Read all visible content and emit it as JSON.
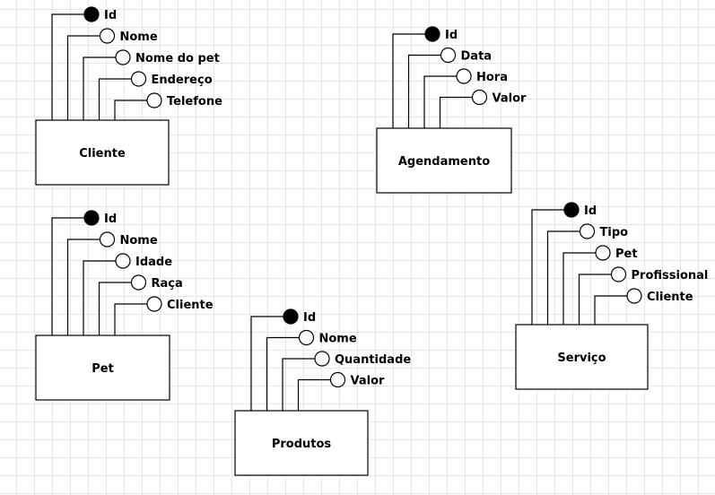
{
  "entities": [
    {
      "name": "Cliente",
      "attributes": [
        {
          "label": "Id",
          "key": true
        },
        {
          "label": "Nome",
          "key": false
        },
        {
          "label": "Nome do pet",
          "key": false
        },
        {
          "label": "Endereço",
          "key": false
        },
        {
          "label": "Telefone",
          "key": false
        }
      ]
    },
    {
      "name": "Agendamento",
      "attributes": [
        {
          "label": "Id",
          "key": true
        },
        {
          "label": "Data",
          "key": false
        },
        {
          "label": "Hora",
          "key": false
        },
        {
          "label": "Valor",
          "key": false
        }
      ]
    },
    {
      "name": "Pet",
      "attributes": [
        {
          "label": "Id",
          "key": true
        },
        {
          "label": "Nome",
          "key": false
        },
        {
          "label": "Idade",
          "key": false
        },
        {
          "label": "Raça",
          "key": false
        },
        {
          "label": "Cliente",
          "key": false
        }
      ]
    },
    {
      "name": "Produtos",
      "attributes": [
        {
          "label": "Id",
          "key": true
        },
        {
          "label": "Nome",
          "key": false
        },
        {
          "label": "Quantidade",
          "key": false
        },
        {
          "label": "Valor",
          "key": false
        }
      ]
    },
    {
      "name": "Serviço",
      "attributes": [
        {
          "label": "Id",
          "key": true
        },
        {
          "label": "Tipo",
          "key": false
        },
        {
          "label": "Pet",
          "key": false
        },
        {
          "label": "Profissional",
          "key": false
        },
        {
          "label": "Cliente",
          "key": false
        }
      ]
    }
  ],
  "colors": {
    "key_attribute": "#000000",
    "attribute": "#ffffff",
    "stroke": "#000000",
    "grid": "#e6e6e6"
  }
}
